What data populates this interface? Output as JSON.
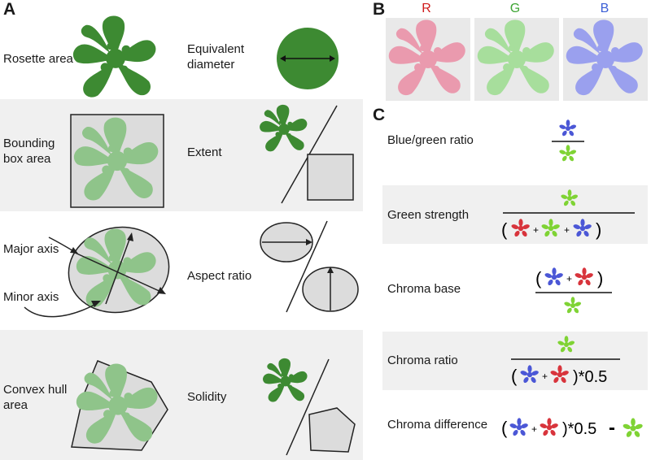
{
  "panelA": {
    "letter": "A",
    "rows": [
      {
        "left_label": "Rosette area",
        "right_label": "Equivalent\ndiameter"
      },
      {
        "left_label": "Bounding\nbox area",
        "right_label": "Extent"
      },
      {
        "left_label": "Major axis",
        "left_label2": "Minor axis",
        "right_label": "Aspect ratio"
      },
      {
        "left_label": "Convex hull\narea",
        "right_label": "Solidity"
      }
    ]
  },
  "panelB": {
    "letter": "B",
    "channels": [
      {
        "label": "R",
        "color": "#d01c1c"
      },
      {
        "label": "G",
        "color": "#3fa535"
      },
      {
        "label": "B",
        "color": "#3c5fd6"
      }
    ]
  },
  "panelC": {
    "letter": "C",
    "rows": [
      {
        "label": "Blue/green ratio"
      },
      {
        "label": "Green strength",
        "open": "(",
        "plus1": "+",
        "plus2": "+",
        "close": ")"
      },
      {
        "label": "Chroma base",
        "open": "(",
        "plus": "+",
        "close": ")"
      },
      {
        "label": "Chroma ratio",
        "open": "(",
        "plus": "+",
        "close": ")*0.5"
      },
      {
        "label": "Chroma difference",
        "open": "(",
        "plus": "+",
        "close": ")*0.5",
        "minus": "-"
      }
    ]
  },
  "colors": {
    "plant_dark": "#3d8a32",
    "plant_light": "#8fc48a",
    "shape_fill": "#dcdcdc",
    "band": "#f0f0f0",
    "icon_red": "#d8343c",
    "icon_green": "#7fd334",
    "icon_blue": "#4b57d6"
  }
}
